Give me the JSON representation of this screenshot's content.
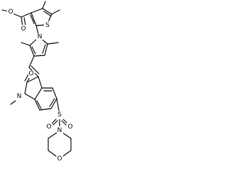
{
  "structure": {
    "atoms": {
      "ester_o_single": "O",
      "ester_o_double": "O",
      "thiophene_s": "S",
      "pyrrole_n": "N",
      "oxindole_o": "O",
      "oxindole_n": "N",
      "sulfonyl_s": "S",
      "sulfonyl_o_left": "O",
      "sulfonyl_o_right": "O",
      "morpholine_n": "N",
      "morpholine_o": "O"
    }
  }
}
